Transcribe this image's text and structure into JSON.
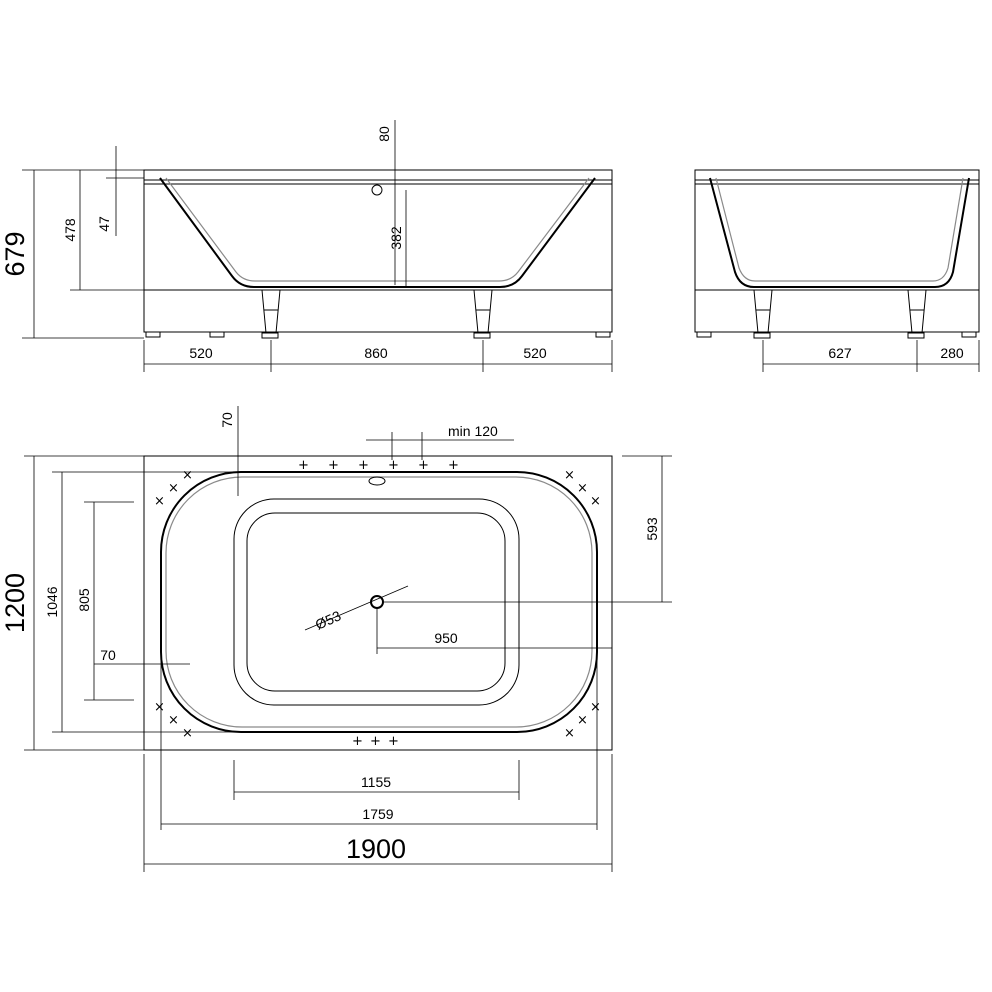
{
  "front_view": {
    "overall_height": "679",
    "rim_to_floor": "478",
    "rim_thickness": "47",
    "overflow_offset": "80",
    "overflow_to_floor": "382",
    "leg_left": "520",
    "leg_span": "860",
    "leg_right": "520"
  },
  "side_view": {
    "leg_span": "627",
    "leg_end": "280"
  },
  "top_view": {
    "overall_width": "1200",
    "inner_width": "1046",
    "bottom_width": "805",
    "rim_top": "70",
    "rim_side": "70",
    "overflow_min": "min 120",
    "drain_offset_y": "593",
    "drain_offset_x": "950",
    "drain_diameter": "Ø53",
    "bottom_length": "1155",
    "inner_length": "1759",
    "overall_length": "1900",
    "plus_marks": "+",
    "cross_marks": "×"
  }
}
